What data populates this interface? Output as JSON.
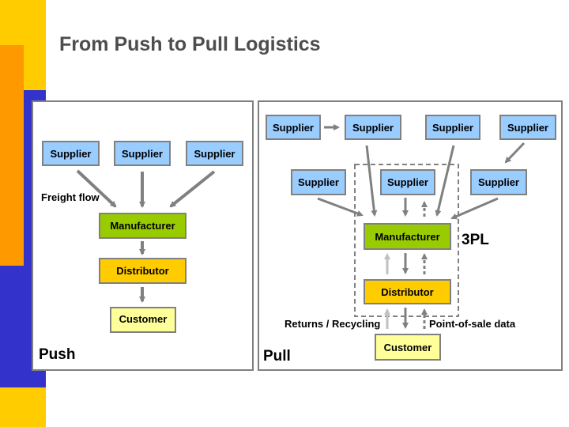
{
  "title": "From Push to Pull Logistics",
  "colors": {
    "supplier": "#99ccff",
    "manufacturer": "#99cc00",
    "distributor": "#ffcc00",
    "customer": "#ffff99",
    "arrow": "#808080",
    "deco_yellow": "#ffcc00",
    "deco_orange": "#ff9900",
    "deco_blue": "#3333cc"
  },
  "push": {
    "label": "Push",
    "freight_label": "Freight flow",
    "suppliers": [
      "Supplier",
      "Supplier",
      "Supplier"
    ],
    "manufacturer": "Manufacturer",
    "distributor": "Distributor",
    "customer": "Customer"
  },
  "pull": {
    "label": "Pull",
    "top_suppliers": [
      "Supplier",
      "Supplier",
      "Supplier",
      "Supplier"
    ],
    "mid_suppliers": [
      "Supplier",
      "Supplier",
      "Supplier"
    ],
    "manufacturer": "Manufacturer",
    "distributor": "Distributor",
    "customer": "Customer",
    "tpl_label": "3PL",
    "returns_label": "Returns / Recycling",
    "pos_label": "Point-of-sale data"
  }
}
